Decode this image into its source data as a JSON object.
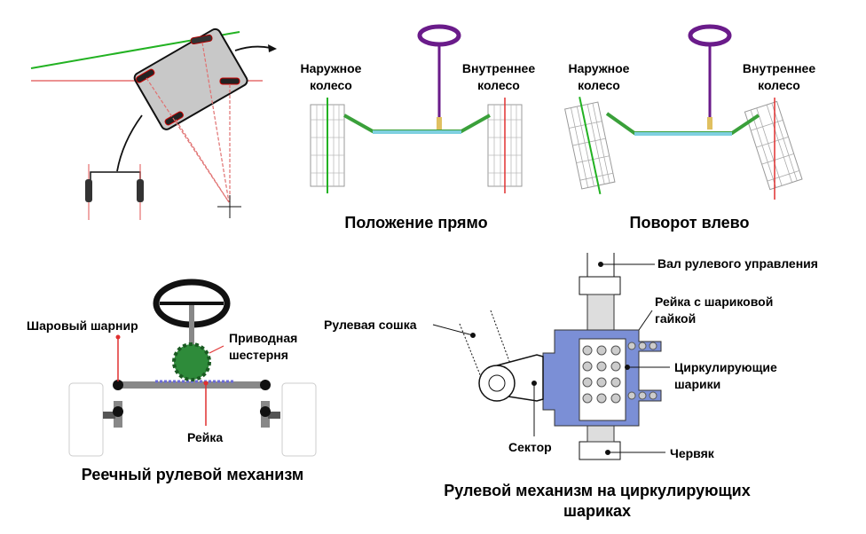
{
  "panels": {
    "straight": {
      "outer_wheel": [
        "Наружное",
        "колесо"
      ],
      "inner_wheel": [
        "Внутреннее",
        "колесо"
      ],
      "title": "Положение прямо"
    },
    "left_turn": {
      "outer_wheel": [
        "Наружное",
        "колесо"
      ],
      "inner_wheel": [
        "Внутреннее",
        "колесо"
      ],
      "title": "Поворот влево"
    },
    "rack_pinion": {
      "ball_joint": "Шаровый шарнир",
      "pinion": [
        "Приводная",
        "шестерня"
      ],
      "rack": "Рейка",
      "title": "Реечный рулевой механизм"
    },
    "recirculating_ball": {
      "pitman_arm": "Рулевая сошка",
      "steering_shaft": "Вал рулевого управления",
      "ball_nut_rack": [
        "Рейка с шариковой",
        "гайкой"
      ],
      "balls": [
        "Циркулирующие",
        "шарики"
      ],
      "sector": "Сектор",
      "worm": "Червяк",
      "title": [
        "Рулевой механизм на циркулирующих",
        "шариках"
      ]
    }
  },
  "colors": {
    "green": "#22b222",
    "red": "#e03030",
    "purple": "#6a1b8a",
    "blue": "#7b8fd6",
    "gear": "#2e8b3a"
  }
}
